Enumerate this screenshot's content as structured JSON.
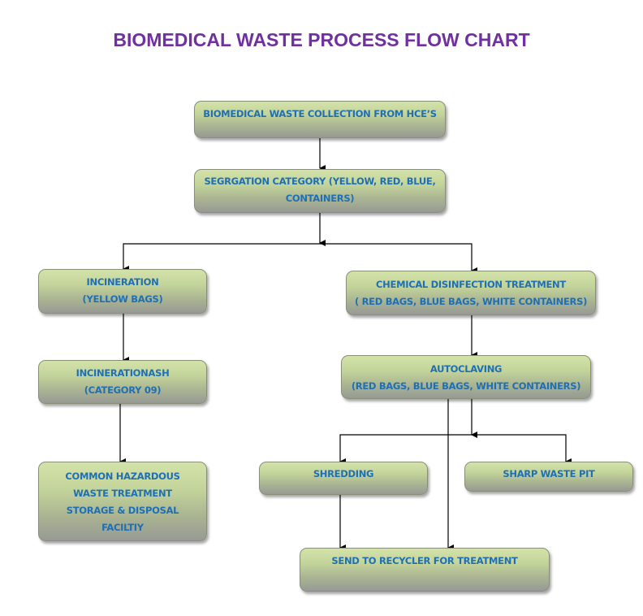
{
  "title": "BIOMEDICAL WASTE PROCESS FLOW CHART",
  "colors": {
    "title": "#7030a0",
    "node_text": "#1f6fb5",
    "node_fill_top": "#d3e2a8",
    "node_fill_bottom": "#979a94",
    "connector": "#000000"
  },
  "nodes": {
    "collection": {
      "lines": [
        "BIOMEDICAL WASTE COLLECTION FROM HCE’S"
      ]
    },
    "segregation": {
      "lines": [
        "SEGRGATION CATEGORY (YELLOW, RED, BLUE,",
        "CONTAINERS)"
      ]
    },
    "incineration": {
      "lines": [
        "INCINERATION",
        "(YELLOW BAGS)"
      ]
    },
    "chemical": {
      "lines": [
        "CHEMICAL DISINFECTION TREATMENT",
        "( RED BAGS, BLUE BAGS, WHITE CONTAINERS)"
      ]
    },
    "incineration_ash": {
      "lines": [
        "INCINERATIONASH",
        "(CATEGORY 09)"
      ]
    },
    "autoclaving": {
      "lines": [
        "AUTOCLAVING",
        "(RED BAGS, BLUE BAGS, WHITE CONTAINERS)"
      ]
    },
    "chwtsdf": {
      "lines": [
        "COMMON HAZARDOUS",
        "WASTE TREATMENT",
        "STORAGE & DISPOSAL",
        "FACILTIY"
      ]
    },
    "shredding": {
      "lines": [
        "SHREDDING"
      ]
    },
    "sharp_pit": {
      "lines": [
        "SHARP WASTE PIT"
      ]
    },
    "recycler": {
      "lines": [
        "SEND TO RECYCLER FOR TREATMENT"
      ]
    }
  },
  "edges": [
    [
      "collection",
      "segregation"
    ],
    [
      "segregation",
      "incineration"
    ],
    [
      "segregation",
      "chemical"
    ],
    [
      "incineration",
      "incineration_ash"
    ],
    [
      "incineration_ash",
      "chwtsdf"
    ],
    [
      "chemical",
      "autoclaving"
    ],
    [
      "autoclaving",
      "shredding"
    ],
    [
      "autoclaving",
      "sharp_pit"
    ],
    [
      "autoclaving",
      "recycler"
    ],
    [
      "shredding",
      "recycler"
    ]
  ]
}
